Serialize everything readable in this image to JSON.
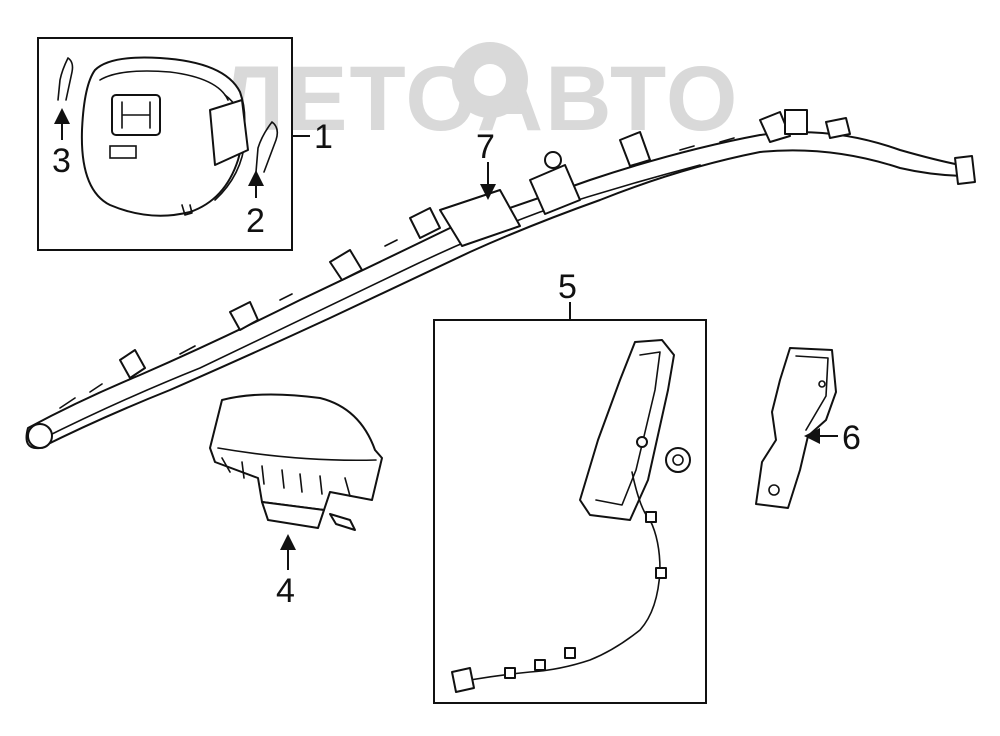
{
  "watermark": {
    "text": "АЛЕТОАВТО"
  },
  "callouts": {
    "c1": "1",
    "c2": "2",
    "c3": "3",
    "c4": "4",
    "c5": "5",
    "c6": "6",
    "c7": "7"
  },
  "colors": {
    "line": "#111111",
    "watermark": "#d9d9d9",
    "background": "#ffffff"
  }
}
